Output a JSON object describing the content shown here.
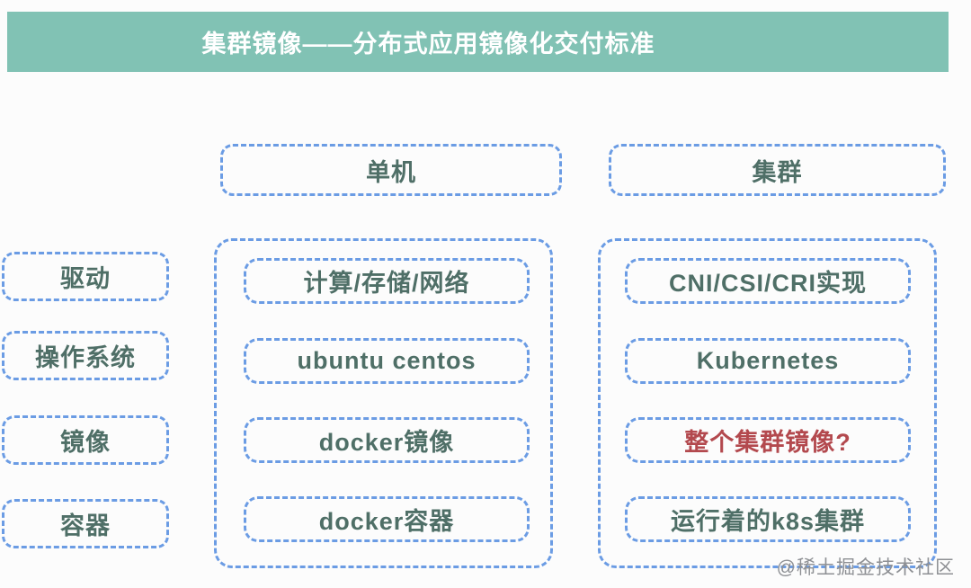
{
  "banner": {
    "title": "集群镜像——分布式应用镜像化交付标准"
  },
  "headers": {
    "single": "单机",
    "cluster": "集群"
  },
  "rows": [
    {
      "layer": "驱动",
      "single": "计算/存储/网络",
      "cluster": "CNI/CSI/CRI实现"
    },
    {
      "layer": "操作系统",
      "single": "ubuntu centos",
      "cluster": "Kubernetes"
    },
    {
      "layer": "镜像",
      "single": "docker镜像",
      "cluster": "整个集群镜像?"
    },
    {
      "layer": "容器",
      "single": "docker容器",
      "cluster": "运行着的k8s集群"
    }
  ],
  "highlight": {
    "cluster_row_index": 2,
    "note_color": "#b3494e"
  },
  "colors": {
    "banner_bg": "#81c2b4",
    "banner_text": "#ffffff",
    "dashed_border": "#6b9ce4",
    "box_text": "#4f6f67",
    "highlight_red": "#b3494e",
    "watermark_gray": "#8e9094",
    "page_bg": "#fcfcfc"
  },
  "watermark": {
    "text": "@稀土掘金技术社区"
  }
}
